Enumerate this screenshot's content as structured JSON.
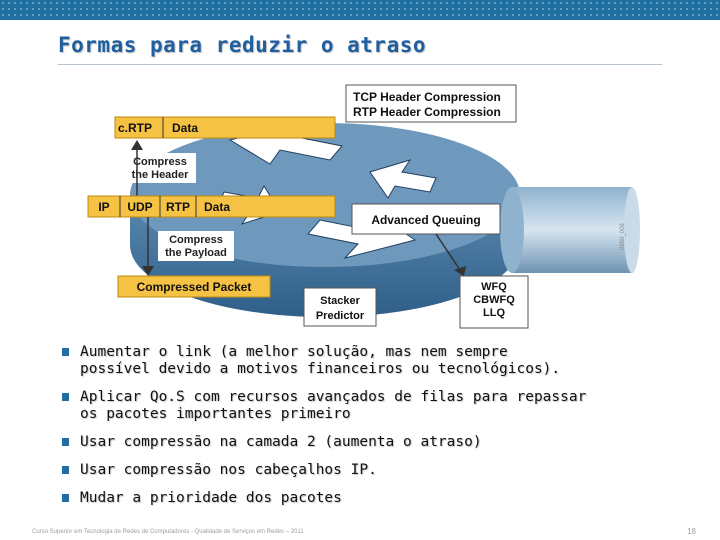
{
  "slide": {
    "title": "Formas para reduzir o atraso",
    "diagram": {
      "header_compression": [
        "TCP Header Compression",
        "RTP Header Compression"
      ],
      "crtp_packet": {
        "fields": [
          "c.RTP",
          "Data"
        ]
      },
      "compress_header": [
        "Compress",
        "the Header"
      ],
      "ip_packet": {
        "fields": [
          "IP",
          "UDP",
          "RTP",
          "Data"
        ]
      },
      "compress_payload": [
        "Compress",
        "the Payload"
      ],
      "compressed_packet": "Compressed Packet",
      "advanced_queuing": "Advanced Queuing",
      "stacker_predictor": [
        "Stacker",
        "Predictor"
      ],
      "queuing_methods": [
        "WFQ",
        "CBWFQ",
        "LLQ"
      ],
      "side_code": "0950_006"
    },
    "bullets": [
      [
        "Aumentar o link (a melhor solução, mas nem sempre",
        "possível devido a motivos financeiros ou tecnológicos)."
      ],
      [
        "Aplicar Qo.S com recursos avançados de filas para repassar",
        "os pacotes importantes primeiro"
      ],
      [
        "Usar compressão na camada 2 (aumenta o atraso)"
      ],
      [
        "Usar compressão nos cabeçalhos IP."
      ],
      [
        "Mudar a prioridade dos pacotes"
      ]
    ],
    "footer": "Curso Superior em Tecnologia de Redes de Computadores - Qualidade de Serviços em Redes – 2011",
    "page_number": "18"
  },
  "colors": {
    "accent": "#1f6fa0",
    "title": "#1f5fa0",
    "packet": "#f5c243",
    "router": "#3f6f98"
  }
}
